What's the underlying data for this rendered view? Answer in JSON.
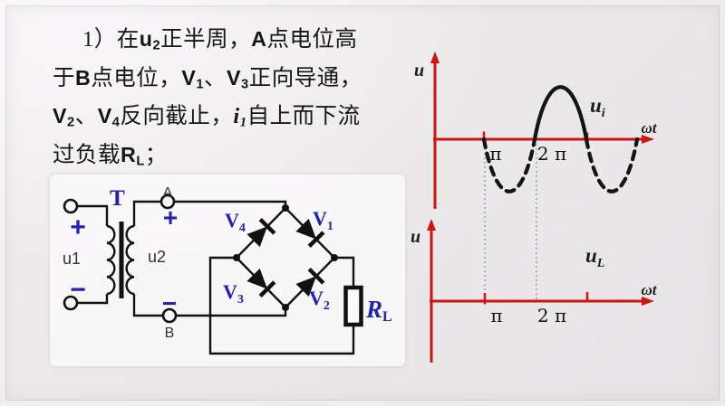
{
  "colors": {
    "axis_red": "#ce1410",
    "label_blue": "#2121b2",
    "ink": "#141414",
    "background": "#ebe8ea",
    "panel": "#f7f5f6"
  },
  "paragraph": {
    "lines": [
      [
        {
          "t": "1）在",
          "s": "cn"
        },
        {
          "t": "u",
          "s": "b"
        },
        {
          "t": "2",
          "s": "bsub"
        },
        {
          "t": "正半周，",
          "s": "cn"
        },
        {
          "t": "A",
          "s": "b"
        },
        {
          "t": "点电位高",
          "s": "cn"
        }
      ],
      [
        {
          "t": "于",
          "s": "cn"
        },
        {
          "t": "B",
          "s": "b"
        },
        {
          "t": "点电位，",
          "s": "cn"
        },
        {
          "t": "V",
          "s": "b"
        },
        {
          "t": "1",
          "s": "bsub"
        },
        {
          "t": "、",
          "s": "cn"
        },
        {
          "t": "V",
          "s": "b"
        },
        {
          "t": "3",
          "s": "bsub"
        },
        {
          "t": "正向导通，",
          "s": "cn"
        }
      ],
      [
        {
          "t": "V",
          "s": "b"
        },
        {
          "t": "2",
          "s": "bsub"
        },
        {
          "t": "、",
          "s": "cn"
        },
        {
          "t": "V",
          "s": "b"
        },
        {
          "t": "4",
          "s": "bsub"
        },
        {
          "t": "反向截止，",
          "s": "cn"
        },
        {
          "t": "i",
          "s": "bi"
        },
        {
          "t": "1",
          "s": "bisub"
        },
        {
          "t": "自上而下流",
          "s": "cn"
        }
      ],
      [
        {
          "t": "过负载",
          "s": "cn"
        },
        {
          "t": "R",
          "s": "b"
        },
        {
          "t": "L",
          "s": "bsub"
        },
        {
          "t": "；",
          "s": "cn"
        }
      ]
    ]
  },
  "circuit": {
    "transformer_label": "T",
    "terminal_a": "A",
    "terminal_b": "B",
    "plus": "+",
    "minus": "−",
    "primary_voltage": "u1",
    "secondary_voltage": "u2",
    "v1": "V",
    "v1_sub": "1",
    "v2": "V",
    "v2_sub": "2",
    "v3": "V",
    "v3_sub": "3",
    "v4": "V",
    "v4_sub": "4",
    "load": "R",
    "load_sub": "L"
  },
  "waves": {
    "upper": {
      "y_label": "u",
      "x_label": "ωt",
      "tick_pi": "π",
      "tick_2pi": "2 π",
      "sig": "u",
      "sig_sub": "i"
    },
    "lower": {
      "y_label": "u",
      "x_label": "ωt",
      "tick_pi": "π",
      "tick_2pi": "2 π",
      "sig": "u",
      "sig_sub": "L"
    }
  },
  "chart_data": [
    {
      "type": "line",
      "title": "u_i waveform",
      "xlabel": "ωt",
      "ylabel": "u",
      "xticks": [
        "π",
        "2π"
      ],
      "series": [
        {
          "name": "u_i",
          "desc": "sine wave drawn from ωt=π to 4π, amplitude 1",
          "segments": [
            {
              "x_range_pi": [
                1,
                2
              ],
              "style": "dashed",
              "shape": "negative half-sine, min -1 at 1.5π"
            },
            {
              "x_range_pi": [
                2,
                3
              ],
              "style": "solid",
              "shape": "positive half-sine, max +1 at 2.5π"
            },
            {
              "x_range_pi": [
                3,
                4
              ],
              "style": "dashed",
              "shape": "negative half-sine, min -1 at 3.5π"
            }
          ]
        }
      ],
      "grid": false,
      "legend": "none"
    },
    {
      "type": "line",
      "title": "u_L waveform (axes only, no curve drawn)",
      "xlabel": "ωt",
      "ylabel": "u",
      "xticks": [
        "π",
        "2π"
      ],
      "series": [],
      "grid": false,
      "legend": "none"
    }
  ]
}
